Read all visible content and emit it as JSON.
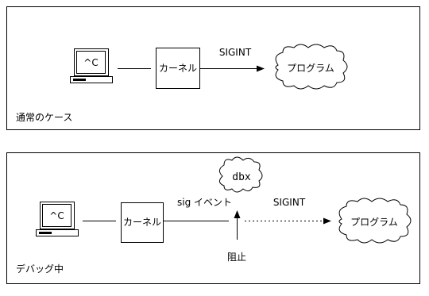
{
  "normal_case": {
    "terminal_key": "^C",
    "kernel_label": "カーネル",
    "signal_label": "SIGINT",
    "program_label": "プログラム",
    "caption": "通常のケース"
  },
  "debug_case": {
    "terminal_key": "^C",
    "kernel_label": "カーネル",
    "sig_event_label": "sig イベント",
    "debugger_label": "dbx",
    "signal_label": "SIGINT",
    "program_label": "プログラム",
    "block_label": "阻止",
    "caption": "デバッグ中"
  }
}
